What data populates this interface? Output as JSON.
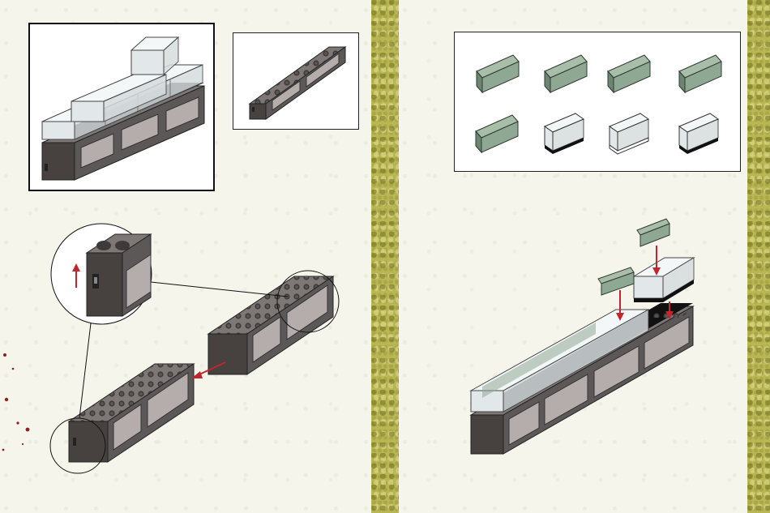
{
  "colors": {
    "paper": "#f6f5ec",
    "grass": "#b9b755",
    "brick-dark": "#5d5858",
    "brick-side": "#47413f",
    "brick-top": "#7d7876",
    "panel-inset": "#b5adab",
    "transparent-window": "#e6ecee",
    "sand-green-relief": "#8fa893",
    "arrow": "#c0272d"
  },
  "parts_list": {
    "items": [
      {
        "name": "relief-tile-sand-green"
      },
      {
        "name": "relief-tile-sand-green"
      },
      {
        "name": "relief-tile-sand-green"
      },
      {
        "name": "relief-tile-sand-green"
      },
      {
        "name": "relief-tile-sand-green"
      },
      {
        "name": "window-frame-transparent"
      },
      {
        "name": "window-frame-transparent"
      },
      {
        "name": "window-frame-transparent"
      }
    ]
  },
  "icons": [
    "red-arrow-icon",
    "magnify-callout-icon"
  ]
}
